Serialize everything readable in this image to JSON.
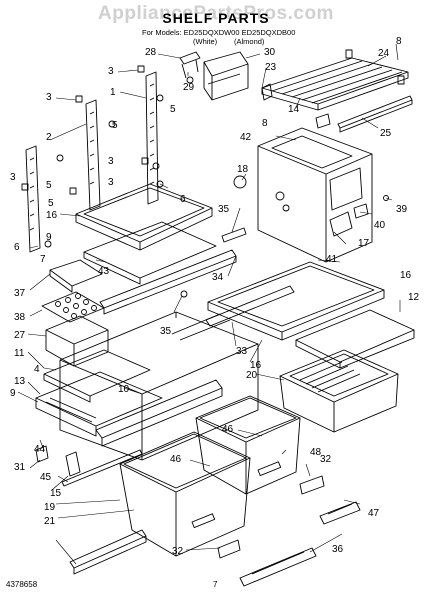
{
  "header": {
    "watermark": "AppliancePartsPros.com",
    "title": "SHELF PARTS",
    "for_line": "For Models: ED25DQXDW00 ED25DQXDB00",
    "color_1": "(White)",
    "color_2": "(Almond)"
  },
  "footer": {
    "doc_number": "4378658",
    "page_number": "7"
  },
  "callouts": [
    "28",
    "30",
    "29",
    "23",
    "8",
    "24",
    "14",
    "25",
    "3",
    "1",
    "5",
    "2",
    "42",
    "18",
    "39",
    "40",
    "17",
    "6",
    "16",
    "35",
    "7",
    "43",
    "34",
    "37",
    "41",
    "38",
    "27",
    "11",
    "4",
    "13",
    "9",
    "10",
    "44",
    "45",
    "15",
    "31",
    "19",
    "21",
    "46",
    "48",
    "32",
    "47",
    "36",
    "12",
    "20",
    "33"
  ]
}
